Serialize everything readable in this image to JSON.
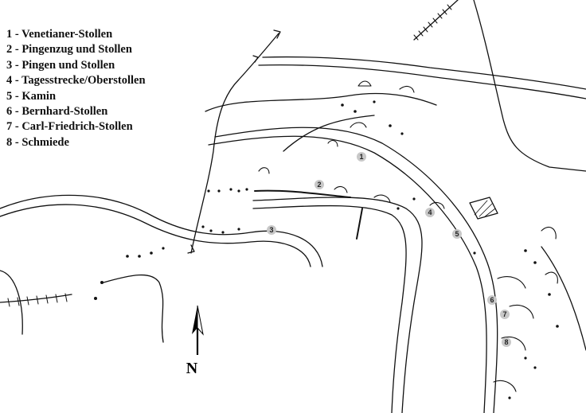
{
  "legend": [
    {
      "num": "1",
      "label": "1 - Venetianer-Stollen"
    },
    {
      "num": "2",
      "label": "2 - Pingenzug und Stollen"
    },
    {
      "num": "3",
      "label": "3 - Pingen und Stollen"
    },
    {
      "num": "4",
      "label": "4 - Tagesstrecke/Oberstollen"
    },
    {
      "num": "5",
      "label": "5 - Kamin"
    },
    {
      "num": "6",
      "label": "6 - Bernhard-Stollen"
    },
    {
      "num": "7",
      "label": "7 - Carl-Friedrich-Stollen"
    },
    {
      "num": "8",
      "label": "8 - Schmiede"
    }
  ],
  "north_label": "N",
  "markers": [
    {
      "id": "marker-1",
      "label": "1"
    },
    {
      "id": "marker-2",
      "label": "2"
    },
    {
      "id": "marker-3",
      "label": "3"
    },
    {
      "id": "marker-4",
      "label": "4"
    },
    {
      "id": "marker-5",
      "label": "5"
    },
    {
      "id": "marker-6",
      "label": "6"
    },
    {
      "id": "marker-7",
      "label": "7"
    },
    {
      "id": "marker-8",
      "label": "8"
    }
  ],
  "colors": {
    "ink": "#111111",
    "marker_fill": "#c8c8c8",
    "background": "#ffffff"
  }
}
